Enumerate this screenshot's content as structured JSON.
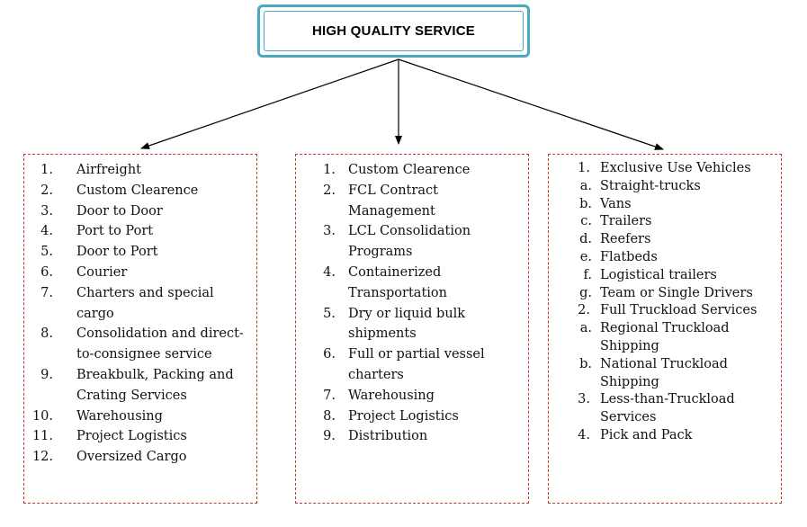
{
  "title": "HIGH QUALITY SERVICE",
  "colors": {
    "title_border": "#4aa8c0",
    "box_border": "#c0392b",
    "arrow": "#000000"
  },
  "columns": [
    {
      "items": [
        {
          "num": "1.",
          "text": "Airfreight"
        },
        {
          "num": "2.",
          "text": "Custom Clearence"
        },
        {
          "num": "3.",
          "text": "Door to Door"
        },
        {
          "num": "4.",
          "text": "Port to Port"
        },
        {
          "num": "5.",
          "text": "Door to Port"
        },
        {
          "num": "6.",
          "text": "Courier"
        },
        {
          "num": "7.",
          "text": "Charters and special cargo"
        },
        {
          "num": "8.",
          "text": "Consolidation and direct-to-consignee service"
        },
        {
          "num": "9.",
          "text": "Breakbulk, Packing and Crating Services"
        },
        {
          "num": "10.",
          "text": "Warehousing"
        },
        {
          "num": "11.",
          "text": "Project Logistics"
        },
        {
          "num": "12.",
          "text": "Oversized Cargo"
        }
      ]
    },
    {
      "items": [
        {
          "num": "1.",
          "text": "Custom Clearence"
        },
        {
          "num": "2.",
          "text": "FCL Contract Management"
        },
        {
          "num": "3.",
          "text": "LCL Consolidation Programs"
        },
        {
          "num": "4.",
          "text": "Containerized Transportation"
        },
        {
          "num": "5.",
          "text": "Dry or liquid bulk shipments"
        },
        {
          "num": "6.",
          "text": "Full or partial vessel charters"
        },
        {
          "num": "7.",
          "text": "Warehousing"
        },
        {
          "num": "8.",
          "text": "Project Logistics"
        },
        {
          "num": "9.",
          "text": "Distribution"
        }
      ]
    },
    {
      "items": [
        {
          "num": "1.",
          "text": "Exclusive Use Vehicles",
          "sub": [
            {
              "num": "a.",
              "text": "Straight-trucks"
            },
            {
              "num": "b.",
              "text": "Vans"
            },
            {
              "num": "c.",
              "text": "Trailers"
            },
            {
              "num": "d.",
              "text": "Reefers"
            },
            {
              "num": "e.",
              "text": "Flatbeds"
            },
            {
              "num": "f.",
              "text": "Logistical trailers"
            },
            {
              "num": "g.",
              "text": "Team or Single Drivers"
            }
          ]
        },
        {
          "num": "2.",
          "text": "Full Truckload Services",
          "sub": [
            {
              "num": "a.",
              "text": "Regional Truckload Shipping"
            },
            {
              "num": "b.",
              "text": "National Truckload Shipping"
            }
          ]
        },
        {
          "num": "3.",
          "text": "Less-than-Truckload Services"
        },
        {
          "num": "4.",
          "text": "Pick and Pack"
        }
      ]
    }
  ]
}
